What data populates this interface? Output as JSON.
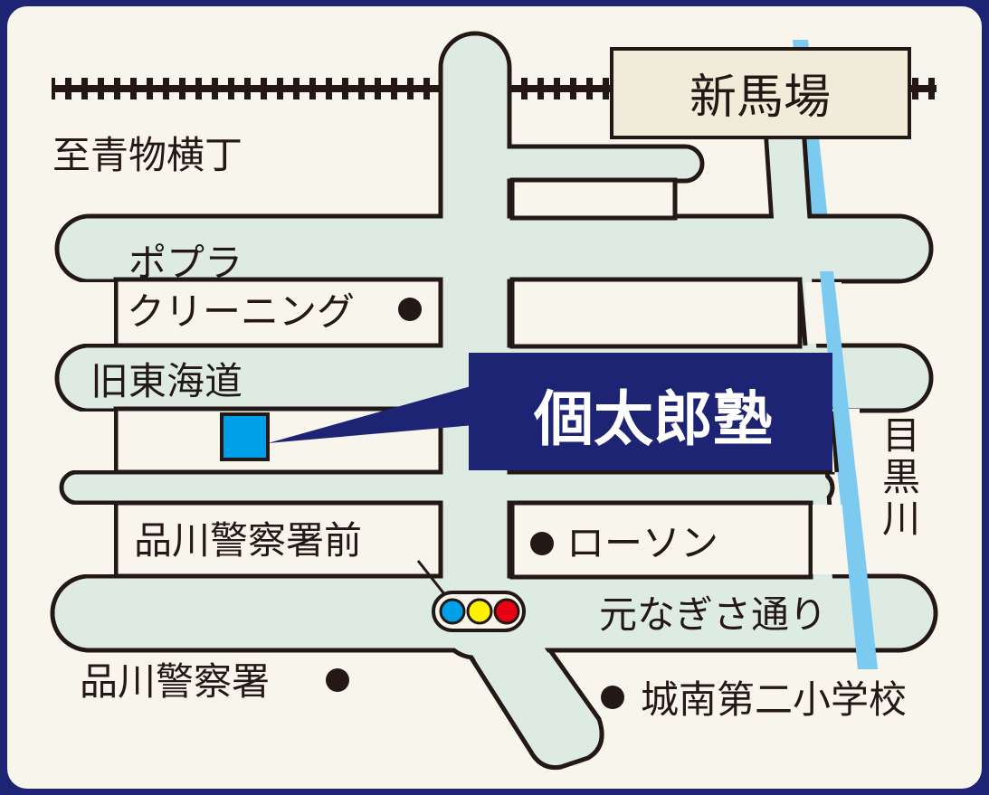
{
  "colors": {
    "frame": "#1d2474",
    "background": "#f8f5ec",
    "road_fill": "#deebe2",
    "road_outline": "#231815",
    "river": "#7ccaef",
    "school_marker": "#00a0e9",
    "callout": "#1d2474",
    "station_box": "#f1ecd9",
    "signal_blue": "#00a0e9",
    "signal_yellow": "#fff100",
    "signal_red": "#e60012"
  },
  "map": {
    "station_name": "新馬場",
    "direction_label": "至青物横丁",
    "school_name": "個太郎塾",
    "river_name": "目黒川",
    "road_old_tokaido": "旧東海道",
    "road_moto_nagisa": "元なぎさ通り",
    "intersection_label": "品川警察署前",
    "landmarks": {
      "cleaning_line1": "ポプラ",
      "cleaning_line2": "クリーニング",
      "lawson": "ローソン",
      "police_station": "品川警察署",
      "elementary_school": "城南第二小学校"
    }
  }
}
